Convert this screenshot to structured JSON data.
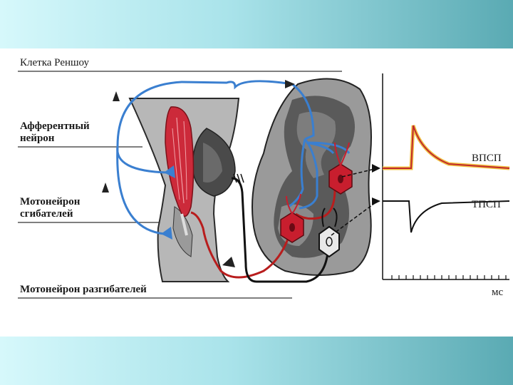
{
  "diagram": {
    "labels": {
      "renshaw": "Клетка Реншоу",
      "afferent_line1": "Афферентный",
      "afferent_line2": "нейрон",
      "flexor_mn_line1": "Мотонейрон",
      "flexor_mn_line2": "сгибателей",
      "extensor_mn": "Мотонейрон разгибателей",
      "epsp": "ВПСП",
      "ipsp": "ТПСП",
      "ms": "мс"
    },
    "colors": {
      "afferent": "#3a7fd0",
      "motor": "#b81d1d",
      "muscle": "#cc2a3a",
      "inhibitory": "#111111",
      "epsp_trace": "#c0282d",
      "baseline": "#f0c040",
      "cord_gray": "#8c8c8c",
      "cord_dark": "#4a4a4a"
    }
  }
}
